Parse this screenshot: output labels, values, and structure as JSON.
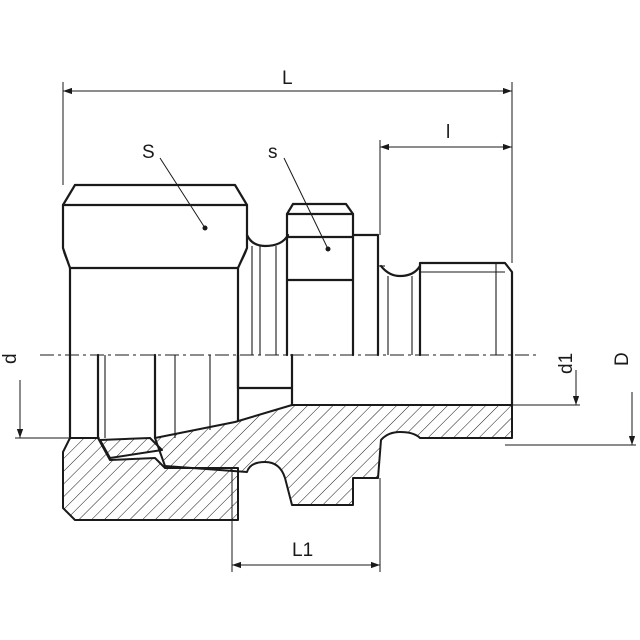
{
  "diagram": {
    "labels": {
      "overall_length": "L",
      "thread_length": "l",
      "hex_size_nut": "S",
      "hex_size_body": "s",
      "bore_diameter": "d",
      "inner_diameter": "d1",
      "outer_diameter": "D",
      "body_length": "L1"
    }
  }
}
